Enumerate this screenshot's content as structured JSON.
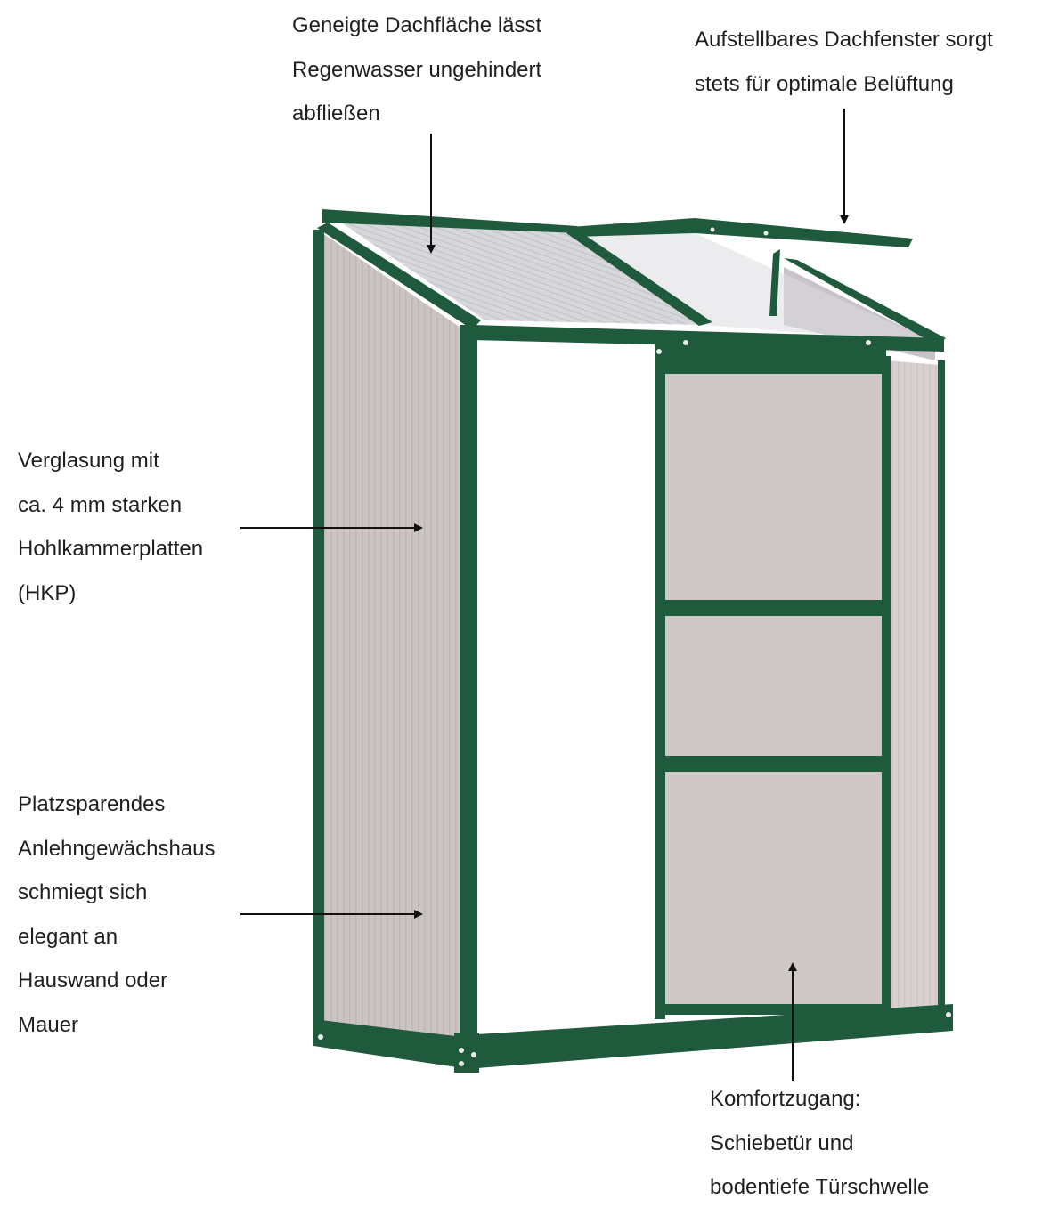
{
  "annotations": {
    "roof": [
      "Geneigte Dachfläche lässt",
      "Regenwasser ungehindert",
      "abfließen"
    ],
    "window": [
      "Aufstellbares Dachfenster sorgt",
      "stets für optimale Belüftung"
    ],
    "glazing": [
      "Verglasung mit",
      "ca. 4 mm starken",
      "Hohlkammerplatten",
      "(HKP)"
    ],
    "lean_to": [
      "Platzsparendes",
      "Anlehngewächshaus",
      "schmiegt sich",
      "elegant an",
      "Hauswand oder",
      "Mauer"
    ],
    "door": [
      "Komfortzugang:",
      "Schiebetür und",
      "bodentiefe Türschwelle"
    ]
  },
  "colors": {
    "frame": "#1f5a3c",
    "frame_dark": "#143e29",
    "panel": "#c9c2c0",
    "panel_light": "#ddd6d4",
    "roof_panel": "#d5d6da",
    "arrow": "#111111"
  }
}
